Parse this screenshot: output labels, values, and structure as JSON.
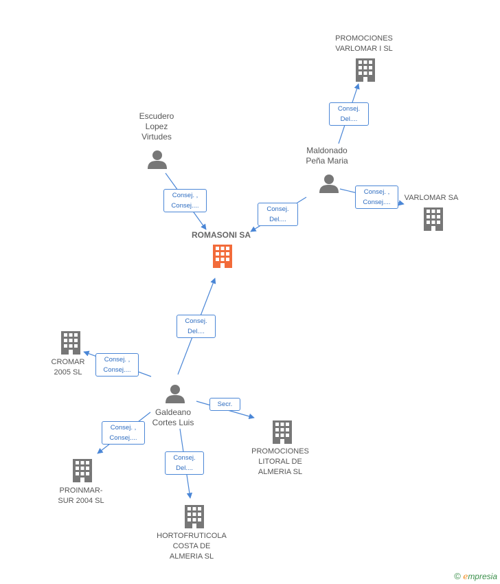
{
  "nodes": {
    "romasoni": "ROMASONI SA",
    "promociones_varlomar": [
      "PROMOCIONES",
      "VARLOMAR I SL"
    ],
    "escudero": [
      "Escudero",
      "Lopez",
      "Virtudes"
    ],
    "maldonado": [
      "Maldonado",
      "Peña Maria"
    ],
    "varlomar": "VARLOMAR SA",
    "cromar": [
      "CROMAR",
      "2005 SL"
    ],
    "galdeano": [
      "Galdeano",
      "Cortes Luis"
    ],
    "promociones_litoral": [
      "PROMOCIONES",
      "LITORAL DE",
      "ALMERIA SL"
    ],
    "proinmar": [
      "PROINMAR-",
      "SUR 2004 SL"
    ],
    "hortofruticola": [
      "HORTOFRUTICOLA",
      "COSTA DE",
      "ALMERIA SL"
    ]
  },
  "edges": {
    "maldonado_promociones": [
      "Consej.",
      "Del...."
    ],
    "escudero_romasoni": [
      "Consej. ,",
      "Consej...."
    ],
    "maldonado_romasoni": [
      "Consej.",
      "Del...."
    ],
    "maldonado_varlomar": [
      "Consej. ,",
      "Consej...."
    ],
    "galdeano_romasoni": [
      "Consej.",
      "Del...."
    ],
    "galdeano_cromar": [
      "Consej. ,",
      "Consej...."
    ],
    "galdeano_litoral": [
      "Secr."
    ],
    "galdeano_proinmar": [
      "Consej. ,",
      "Consej...."
    ],
    "galdeano_hortofruticola": [
      "Consej.",
      "Del...."
    ]
  },
  "colors": {
    "main": "#f26b3a",
    "company": "#777777",
    "person": "#777777",
    "edge": "#4a86d6"
  },
  "icons": {
    "company": "building-icon",
    "person": "person-icon"
  },
  "logo": {
    "symbol": "©",
    "initial": "e",
    "rest": "mpresia"
  }
}
